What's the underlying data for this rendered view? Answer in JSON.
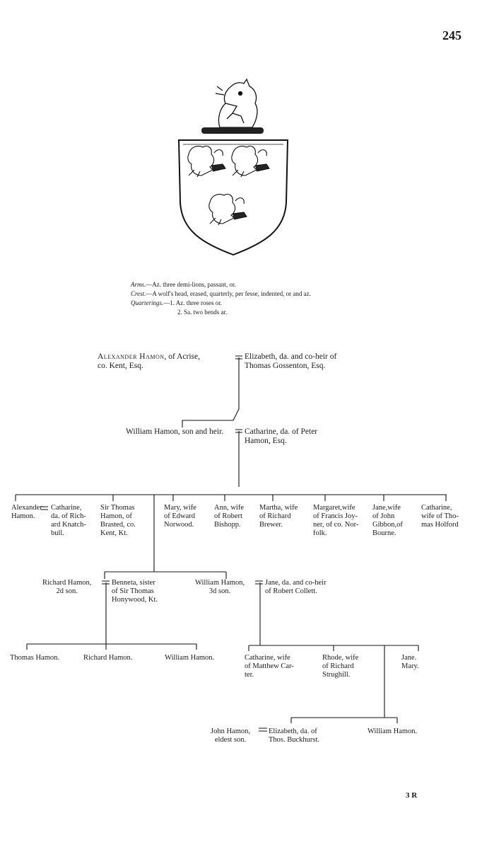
{
  "page_number": "245",
  "signature": "3 R",
  "arms": {
    "arms_label": "Arms.",
    "arms_text": "—Az. three demi-lions, passant, or.",
    "crest_label": "Crest.",
    "crest_text": "—A wolf's head, erased, quarterly, per fesse, indented, or and az.",
    "quarterings_label": "Quarterings.",
    "quarterings_1": "—1. Az. three roses or.",
    "quarterings_2": "2. Sa. two bends ar."
  },
  "gen1": {
    "name": "Alexander Hamon",
    "husband_rest": ", of Acrise,\nco. Kent, Esq.",
    "wife": "Elizabeth, da. and co-heir of\nThomas Gossenton, Esq."
  },
  "gen2": {
    "husband": "William Hamon, son and heir.",
    "wife": "Catharine, da. of Peter\nHamon, Esq."
  },
  "gen3": {
    "alexander": "Alexander\nHamon.",
    "alexander_wife": "Catharine,\nda. of Rich-\nard Knatch-\nbull.",
    "thomas": "Sir Thomas\nHamon, of\nBrasted, co.\nKent, Kt.",
    "mary": "Mary, wife\nof Edward\nNorwood.",
    "ann": "Ann, wife\nof Robert\nBishopp.",
    "martha": "Martha, wife\nof Richard\nBrewer.",
    "margaret": "Margaret,wife\nof Francis Joy-\nner, of co. Nor-\nfolk.",
    "jane": "Jane,wife\nof John\nGibbon,of\nBourne.",
    "catharine": "Catharine,\nwife of Tho-\nmas Holford"
  },
  "gen4": {
    "richard": "Richard Hamon,\n2d son.",
    "richard_wife": "Benneta, sister\nof Sir Thomas\nHonywood, Kt.",
    "william": "William Hamon,\n3d son.",
    "william_wife": "Jane, da. and co-heir\nof Robert Collett."
  },
  "gen5": {
    "thomas": "Thomas Hamon.",
    "richard": "Richard Hamon.",
    "william": "William Hamon.",
    "catharine": "Catharine, wife\nof Matthew Car-\nter.",
    "rhode": "Rhode, wife\nof Richard\nStrughill.",
    "jane_mary": "Jane.\nMary."
  },
  "gen6": {
    "john": "John Hamon,\neldest son.",
    "john_wife": "Elizabeth, da. of\nThos. Buckhurst.",
    "william": "William Hamon."
  }
}
